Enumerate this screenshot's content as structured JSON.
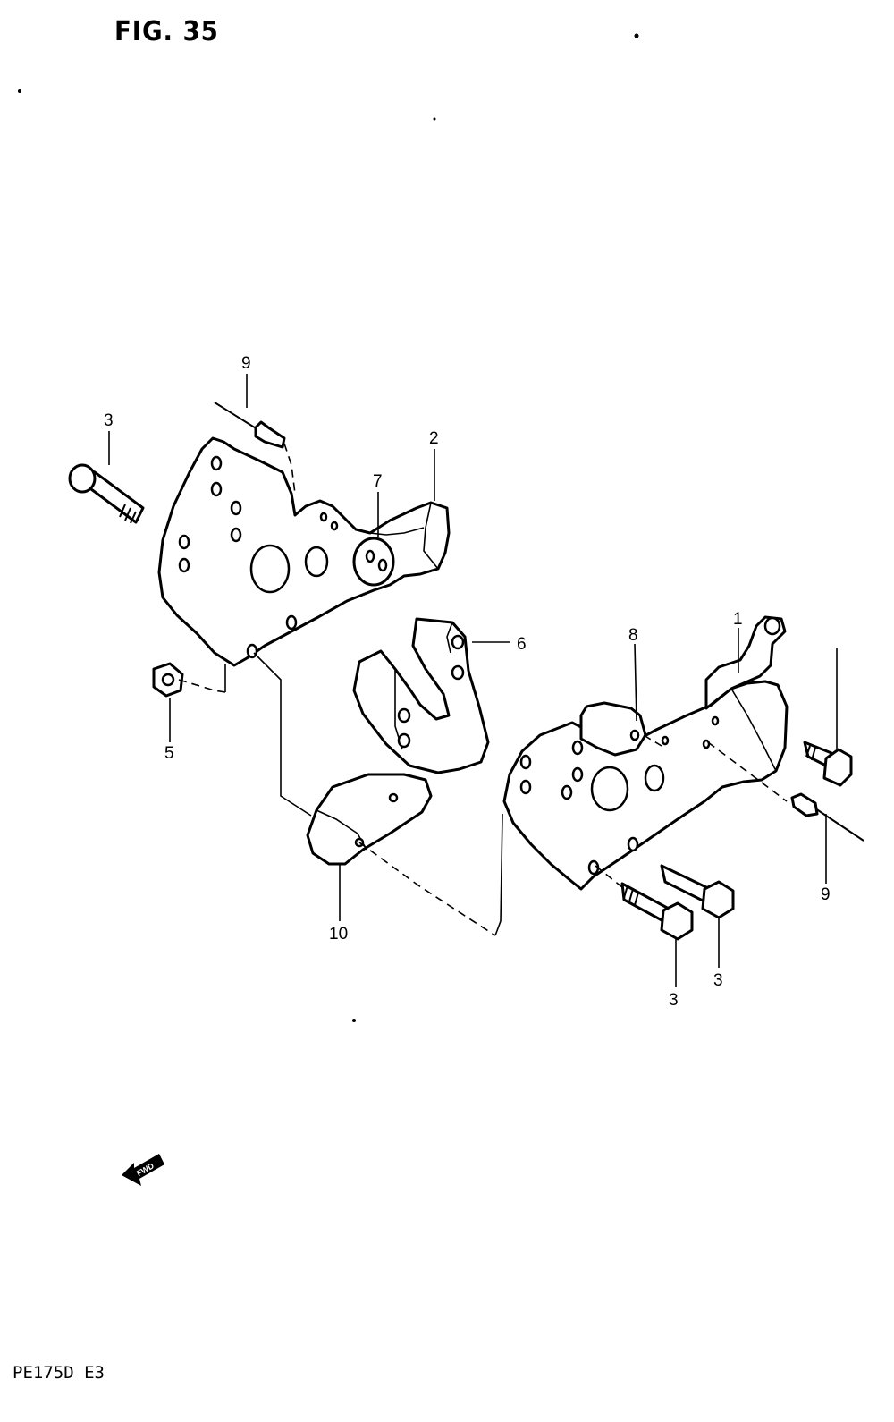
{
  "figure": {
    "title": "FIG. 35",
    "model_code": "PE175D  E3"
  },
  "callouts": {
    "c1": "1",
    "c2": "2",
    "c3_left": "3",
    "c3_mid": "3",
    "c3_right": "3",
    "c5": "5",
    "c6": "6",
    "c7": "7",
    "c8": "8",
    "c9_top": "9",
    "c9_right": "9",
    "c10": "10"
  },
  "fwd_arrow": {
    "label": "FWD"
  }
}
